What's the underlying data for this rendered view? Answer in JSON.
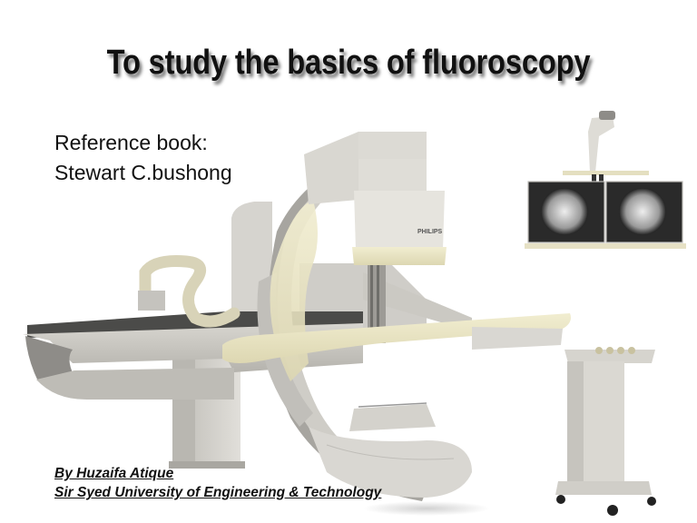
{
  "slide": {
    "title": "To study the basics of fluoroscopy",
    "reference": {
      "line1": "Reference book:",
      "line2": "Stewart C.bushong"
    },
    "credits": {
      "author": "By Huzaifa Atique",
      "institution": "Sir Syed University of Engineering & Technology"
    },
    "image": {
      "description": "Philips C-arm fluoroscopy system with patient table, dual X-ray monitors, and control cart",
      "brand_label": "PHILIPS"
    },
    "colors": {
      "background": "#ffffff",
      "text": "#111111",
      "equipment_gray": "#c9c7c1",
      "equipment_cream": "#ebe6c4",
      "table_dark": "#4a4a48"
    }
  }
}
